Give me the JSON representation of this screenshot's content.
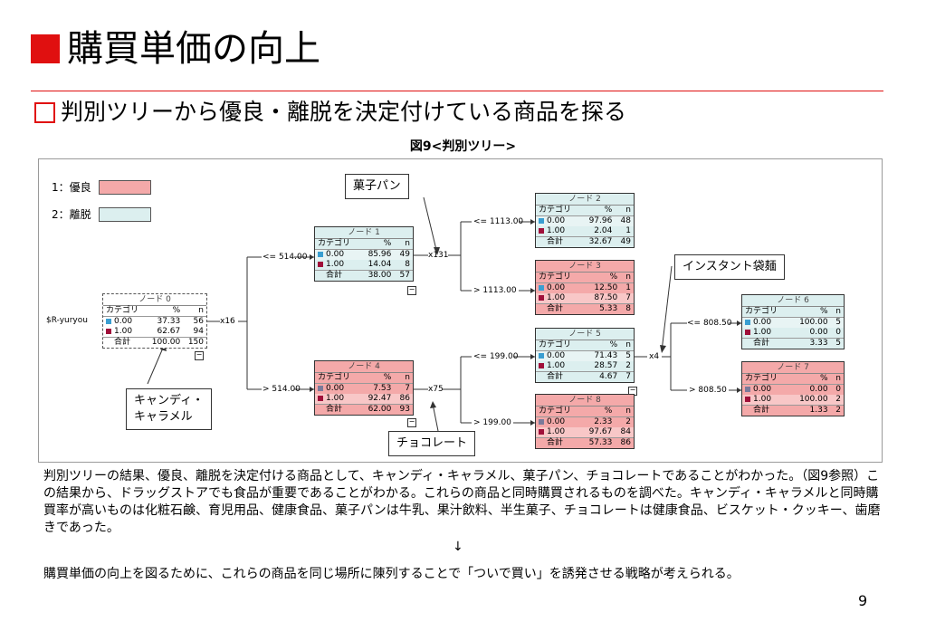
{
  "title": "購買単価の向上",
  "subtitle": "判別ツリーから優良・離脱を決定付けている商品を探る",
  "figure_caption": "図9<判別ツリー>",
  "legend": [
    {
      "label": "1：優良",
      "color": "#f4a9a9"
    },
    {
      "label": "2：離脱",
      "color": "#dcefef"
    }
  ],
  "tree": {
    "col_cat": "カテゴリ",
    "col_pct": "%",
    "col_n": "n",
    "total_label": "合計",
    "root_var": "$R-yuryou",
    "nodes": {
      "n0": {
        "title": "ノード 0",
        "rows": [
          [
            "0.00",
            "37.33",
            "56"
          ],
          [
            "1.00",
            "62.67",
            "94"
          ]
        ],
        "total": [
          "100.00",
          "150"
        ]
      },
      "n1": {
        "title": "ノード 1",
        "rows": [
          [
            "0.00",
            "85.96",
            "49"
          ],
          [
            "1.00",
            "14.04",
            "8"
          ]
        ],
        "total": [
          "38.00",
          "57"
        ]
      },
      "n2": {
        "title": "ノード 2",
        "rows": [
          [
            "0.00",
            "97.96",
            "48"
          ],
          [
            "1.00",
            "2.04",
            "1"
          ]
        ],
        "total": [
          "32.67",
          "49"
        ]
      },
      "n3": {
        "title": "ノード 3",
        "rows": [
          [
            "0.00",
            "12.50",
            "1"
          ],
          [
            "1.00",
            "87.50",
            "7"
          ]
        ],
        "total": [
          "5.33",
          "8"
        ]
      },
      "n4": {
        "title": "ノード 4",
        "rows": [
          [
            "0.00",
            "7.53",
            "7"
          ],
          [
            "1.00",
            "92.47",
            "86"
          ]
        ],
        "total": [
          "62.00",
          "93"
        ]
      },
      "n5": {
        "title": "ノード 5",
        "rows": [
          [
            "0.00",
            "71.43",
            "5"
          ],
          [
            "1.00",
            "28.57",
            "2"
          ]
        ],
        "total": [
          "4.67",
          "7"
        ]
      },
      "n6": {
        "title": "ノード 6",
        "rows": [
          [
            "0.00",
            "100.00",
            "5"
          ],
          [
            "1.00",
            "0.00",
            "0"
          ]
        ],
        "total": [
          "3.33",
          "5"
        ]
      },
      "n7": {
        "title": "ノード 7",
        "rows": [
          [
            "0.00",
            "0.00",
            "0"
          ],
          [
            "1.00",
            "100.00",
            "2"
          ]
        ],
        "total": [
          "1.33",
          "2"
        ]
      },
      "n8": {
        "title": "ノード 8",
        "rows": [
          [
            "0.00",
            "2.33",
            "2"
          ],
          [
            "1.00",
            "97.67",
            "84"
          ]
        ],
        "total": [
          "57.33",
          "86"
        ]
      }
    },
    "split_vars": {
      "root": "x16",
      "n1": "x131",
      "n4": "x75",
      "n5": "x4"
    },
    "edges": {
      "root_le": "<= 514.00",
      "root_gt": "> 514.00",
      "n1_le": "<= 1113.00",
      "n1_gt": "> 1113.00",
      "n4_le": "<= 199.00",
      "n4_gt": "> 199.00",
      "n5_le": "<= 808.50",
      "n5_gt": "> 808.50"
    },
    "expand_glyph": "−"
  },
  "callouts": {
    "kashi_pan": "菓子パン",
    "instant": "インスタント袋麺",
    "candy_line1": "キャンディ・",
    "candy_line2": "キャラメル",
    "choco": "チョコレート"
  },
  "body_text": "判別ツリーの結果、優良、離脱を決定付ける商品として、キャンディ・キャラメル、菓子パン、チョコレートであることがわかった。（図9参照）この結果から、ドラッグストアでも食品が重要であることがわかる。これらの商品と同時購買されるものを調べた。キャンディ・キャラメルと同時購買率が高いものは化粧石鹸、育児用品、健康食品、菓子パンは牛乳、果汁飲料、半生菓子、チョコレートは健康食品、ビスケット・クッキー、歯磨きであった。",
  "arrow": "↓",
  "conclusion": "購買単価の向上を図るために、これらの商品を同じ場所に陳列することで「ついで買い」を誘発させる戦略が考えられる。",
  "page_number": "9"
}
